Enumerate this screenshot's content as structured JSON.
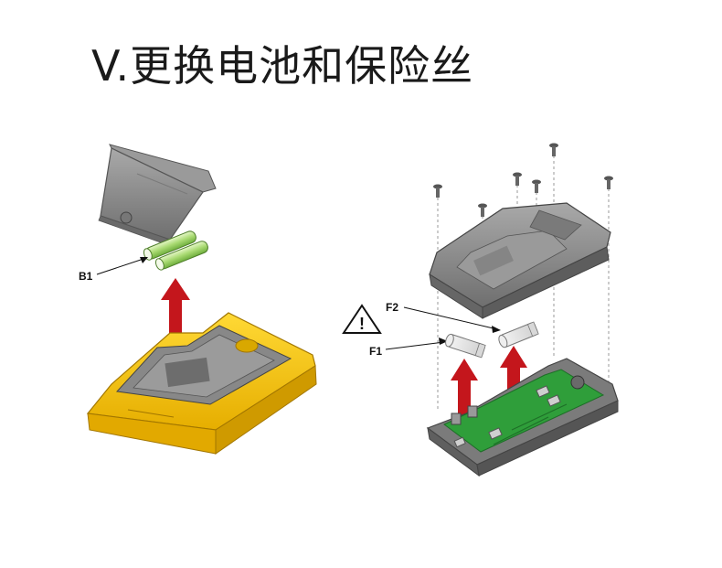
{
  "page": {
    "title": "V.更换电池和保险丝"
  },
  "labels": {
    "battery": "B1",
    "fuse1": "F1",
    "fuse2": "F2"
  },
  "warning": {
    "symbol": "!"
  },
  "colors": {
    "meter_yellow": "#f6c71c",
    "meter_shadow": "#d9a800",
    "arrow_red": "#c4161c",
    "battery_green": "#b6e08a",
    "case_gray": "#8c8c8c",
    "pcb_green": "#2f9e3a"
  }
}
